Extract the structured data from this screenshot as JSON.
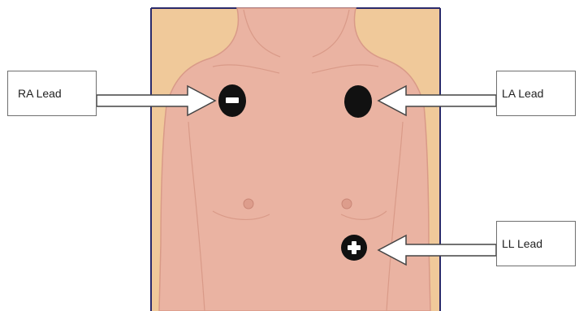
{
  "leads": {
    "ra": {
      "label": "RA Lead",
      "polarity": "negative",
      "symbol": "minus-icon"
    },
    "la": {
      "label": "LA Lead",
      "polarity": "neutral",
      "symbol": "none"
    },
    "ll": {
      "label": "LL Lead",
      "polarity": "positive",
      "symbol": "plus-icon"
    }
  },
  "colors": {
    "skin": "#eab3a2",
    "skin_shadow": "#d99a88",
    "background_panel": "#f0c99a",
    "panel_border": "#2a2a6a",
    "electrode": "#111111",
    "arrow_stroke": "#444444",
    "arrow_fill": "#ffffff"
  }
}
